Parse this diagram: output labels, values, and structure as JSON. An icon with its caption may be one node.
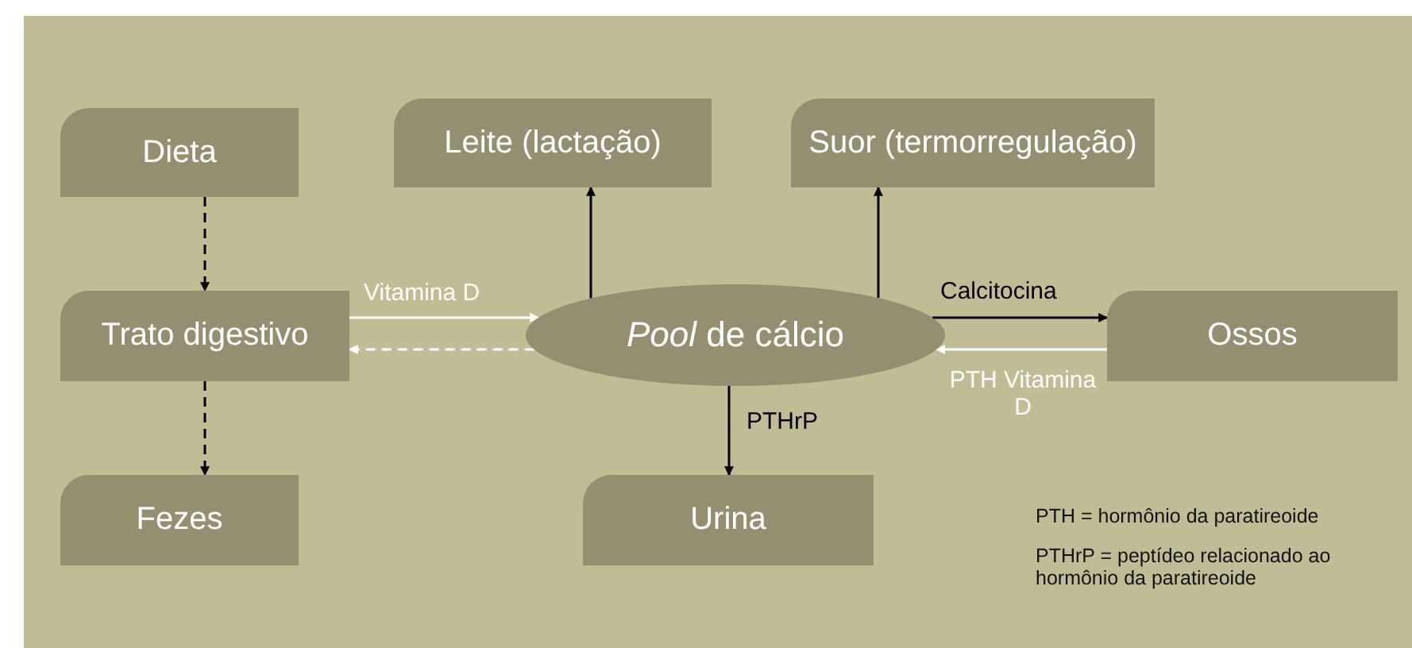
{
  "diagram": {
    "nodes": [
      {
        "text": [
          "Dieta"
        ]
      },
      {
        "text": [
          "Leite (lactação)"
        ]
      },
      {
        "text": [
          "Suor (termorregulação)"
        ]
      },
      {
        "text": [
          "Trato digestivo"
        ]
      },
      {
        "text": [
          "*Pool* de cálcio"
        ]
      },
      {
        "text": [
          "Ossos"
        ]
      },
      {
        "text": [
          "Fezes"
        ]
      },
      {
        "text": [
          "Urina"
        ]
      }
    ],
    "edges": [
      {
        "from": 0,
        "to": 3,
        "arrow": "to",
        "style": "dashed"
      },
      {
        "from": 3,
        "to": 6,
        "arrow": "to",
        "style": "dashed"
      },
      {
        "from": 3,
        "to": 4,
        "arrow": "to",
        "label": "Vitamina D",
        "color": "#ffffff"
      },
      {
        "from": 4,
        "to": 3,
        "arrow": "to",
        "style": "dashed",
        "color": "#ffffff"
      },
      {
        "from": 4,
        "to": 1,
        "arrow": "to"
      },
      {
        "from": 4,
        "to": 2,
        "arrow": "to"
      },
      {
        "from": 4,
        "to": 7,
        "arrow": "to",
        "label": "PTHrP"
      },
      {
        "from": 4,
        "to": 5,
        "arrow": "to",
        "label": "Calcitocina"
      },
      {
        "from": 5,
        "to": 4,
        "arrow": "to",
        "label": "PTH Vitamina D",
        "color": "#ffffff"
      }
    ],
    "labels": [
      "PTH = hormônio da paratireoide",
      "PTHrP = peptídeo relacionado ao hormônio da paratireoide"
    ]
  }
}
